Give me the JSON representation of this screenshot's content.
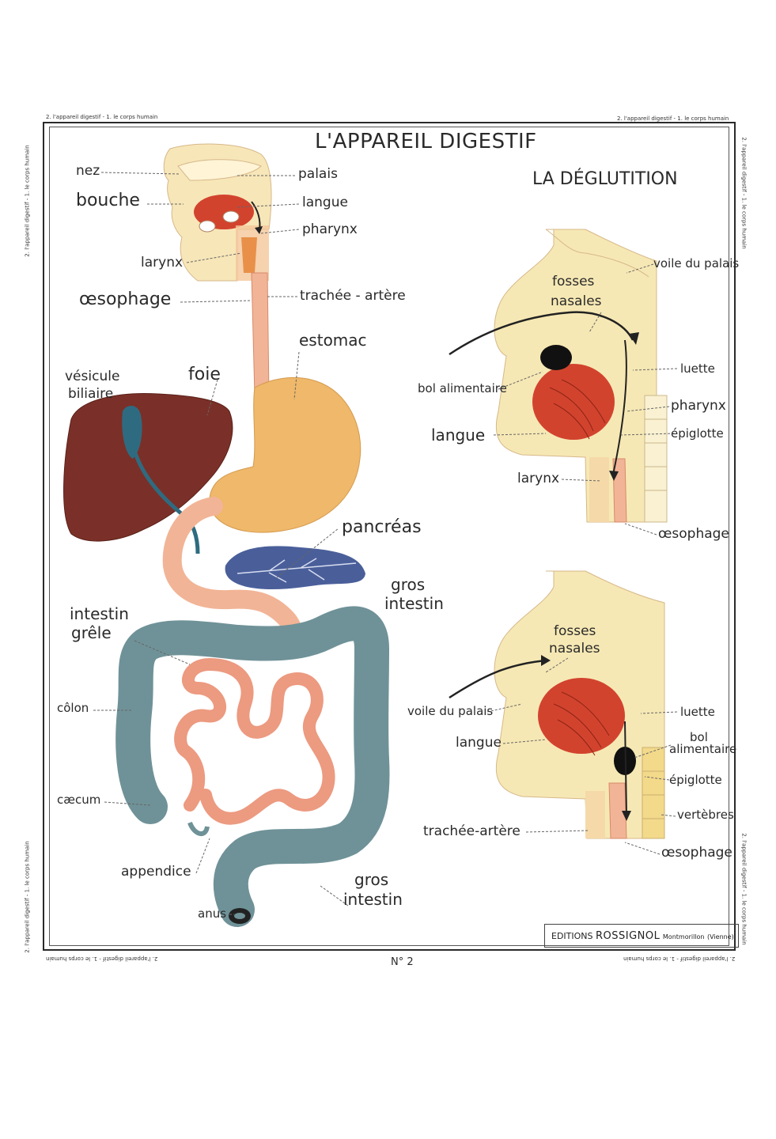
{
  "header": {
    "running_head": "2. l'appareil digestif - 1. le corps humain",
    "title": "L'APPAREIL DIGESTIF",
    "subtitle": "LA DÉGLUTITION"
  },
  "labels_left": {
    "nez": "nez",
    "bouche": "bouche",
    "palais": "palais",
    "langue": "langue",
    "pharynx": "pharynx",
    "larynx": "larynx",
    "oesophage": "œsophage",
    "trachee_artere": "trachée - artère",
    "estomac": "estomac",
    "vesicule_1": "vésicule",
    "vesicule_2": "biliaire",
    "foie": "foie",
    "pancreas": "pancréas",
    "gros_intestin_top_1": "gros",
    "gros_intestin_top_2": "intestin",
    "intestin_grele_1": "intestin",
    "intestin_grele_2": "grêle",
    "colon": "côlon",
    "caecum": "cæcum",
    "appendice": "appendice",
    "anus": "anus",
    "gros_intestin_bottom_1": "gros",
    "gros_intestin_bottom_2": "intestin"
  },
  "labels_top_right": {
    "voile_du_palais": "voile du palais",
    "fosses_1": "fosses",
    "fosses_2": "nasales",
    "luette": "luette",
    "bol_alimentaire": "bol alimentaire",
    "pharynx": "pharynx",
    "langue": "langue",
    "epiglotte": "épiglotte",
    "larynx": "larynx",
    "oesophage": "œsophage"
  },
  "labels_bottom_right": {
    "fosses_1": "fosses",
    "fosses_2": "nasales",
    "voile_du_palais": "voile du palais",
    "luette": "luette",
    "bol_1": "bol",
    "bol_2": "alimentaire",
    "langue": "langue",
    "epiglotte": "épiglotte",
    "vertebres": "vertèbres",
    "trachee_artere": "trachée-artère",
    "oesophage": "œsophage"
  },
  "footer": {
    "number": "N° 2",
    "editions": "EDITIONS",
    "publisher": "ROSSIGNOL",
    "city": "Montmorillon",
    "region": "(Vienne)"
  },
  "colors": {
    "liver": "#7a3028",
    "gallbladder": "#2f6b80",
    "stomach": "#efb86a",
    "oesophagus": "#f2b496",
    "small_intestine": "#ec9a80",
    "large_intestine": "#6f9298",
    "pancreas": "#4a5f9a",
    "tongue": "#d2432e",
    "bone": "#f6e8b4",
    "skin": "#f5d9a8"
  }
}
